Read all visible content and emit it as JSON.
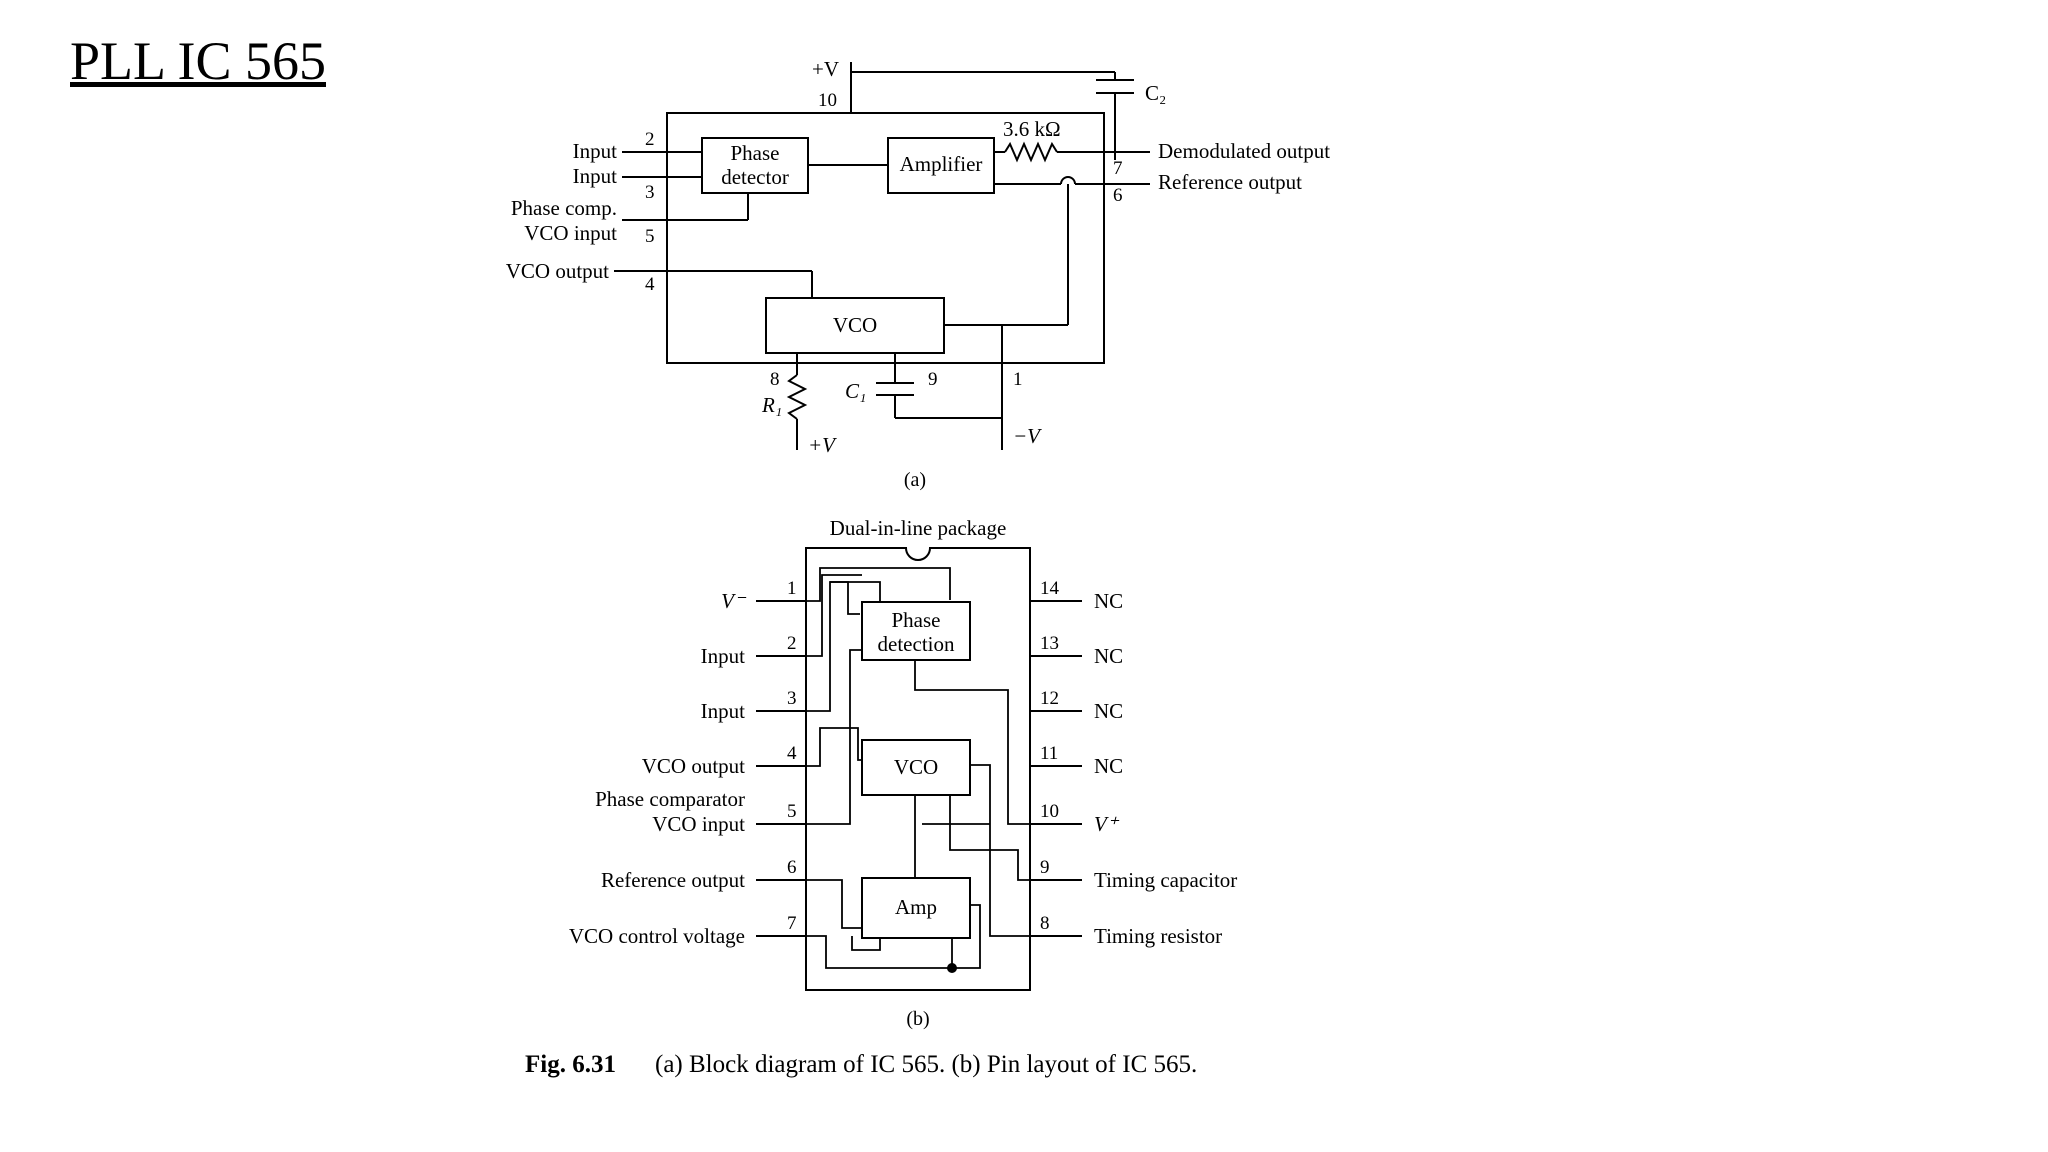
{
  "title": "PLL IC 565",
  "diagram_a": {
    "supply_top": "+V",
    "pin10": "10",
    "c2": "C₂",
    "resistor": "3.6 kΩ",
    "phase_detector": [
      "Phase",
      "detector"
    ],
    "amplifier": "Amplifier",
    "vco": "VCO",
    "left_labels": {
      "input_1": "Input",
      "input_2": "Input",
      "phase_comp_1": "Phase comp.",
      "phase_comp_2": "VCO input",
      "vco_output": "VCO output"
    },
    "left_pins": {
      "p2": "2",
      "p3": "3",
      "p5": "5",
      "p4": "4"
    },
    "right_labels": {
      "demod": "Demodulated output",
      "ref": "Reference output"
    },
    "right_pins": {
      "p7": "7",
      "p6": "6"
    },
    "bottom": {
      "p8": "8",
      "r1": "R₁",
      "plus_v": "+V",
      "c1": "C₁",
      "p9": "9",
      "p1": "1",
      "minus_v": "−V"
    },
    "sublabel": "(a)"
  },
  "diagram_b": {
    "package_title": "Dual-in-line package",
    "phase_detection": [
      "Phase",
      "detection"
    ],
    "vco": "VCO",
    "amp": "Amp",
    "left_pins": [
      {
        "num": "1",
        "label": "V⁻"
      },
      {
        "num": "2",
        "label": "Input"
      },
      {
        "num": "3",
        "label": "Input"
      },
      {
        "num": "4",
        "label": "VCO output"
      },
      {
        "num": "5",
        "label": "VCO input",
        "label_top": "Phase comparator"
      },
      {
        "num": "6",
        "label": "Reference output"
      },
      {
        "num": "7",
        "label": "VCO control voltage"
      }
    ],
    "right_pins": [
      {
        "num": "14",
        "label": "NC"
      },
      {
        "num": "13",
        "label": "NC"
      },
      {
        "num": "12",
        "label": "NC"
      },
      {
        "num": "11",
        "label": "NC"
      },
      {
        "num": "10",
        "label": "V⁺"
      },
      {
        "num": "9",
        "label": "Timing capacitor"
      },
      {
        "num": "8",
        "label": "Timing resistor"
      }
    ],
    "sublabel": "(b)"
  },
  "caption": {
    "fig": "Fig. 6.31",
    "text": "(a) Block diagram of IC 565. (b) Pin layout of IC 565."
  }
}
